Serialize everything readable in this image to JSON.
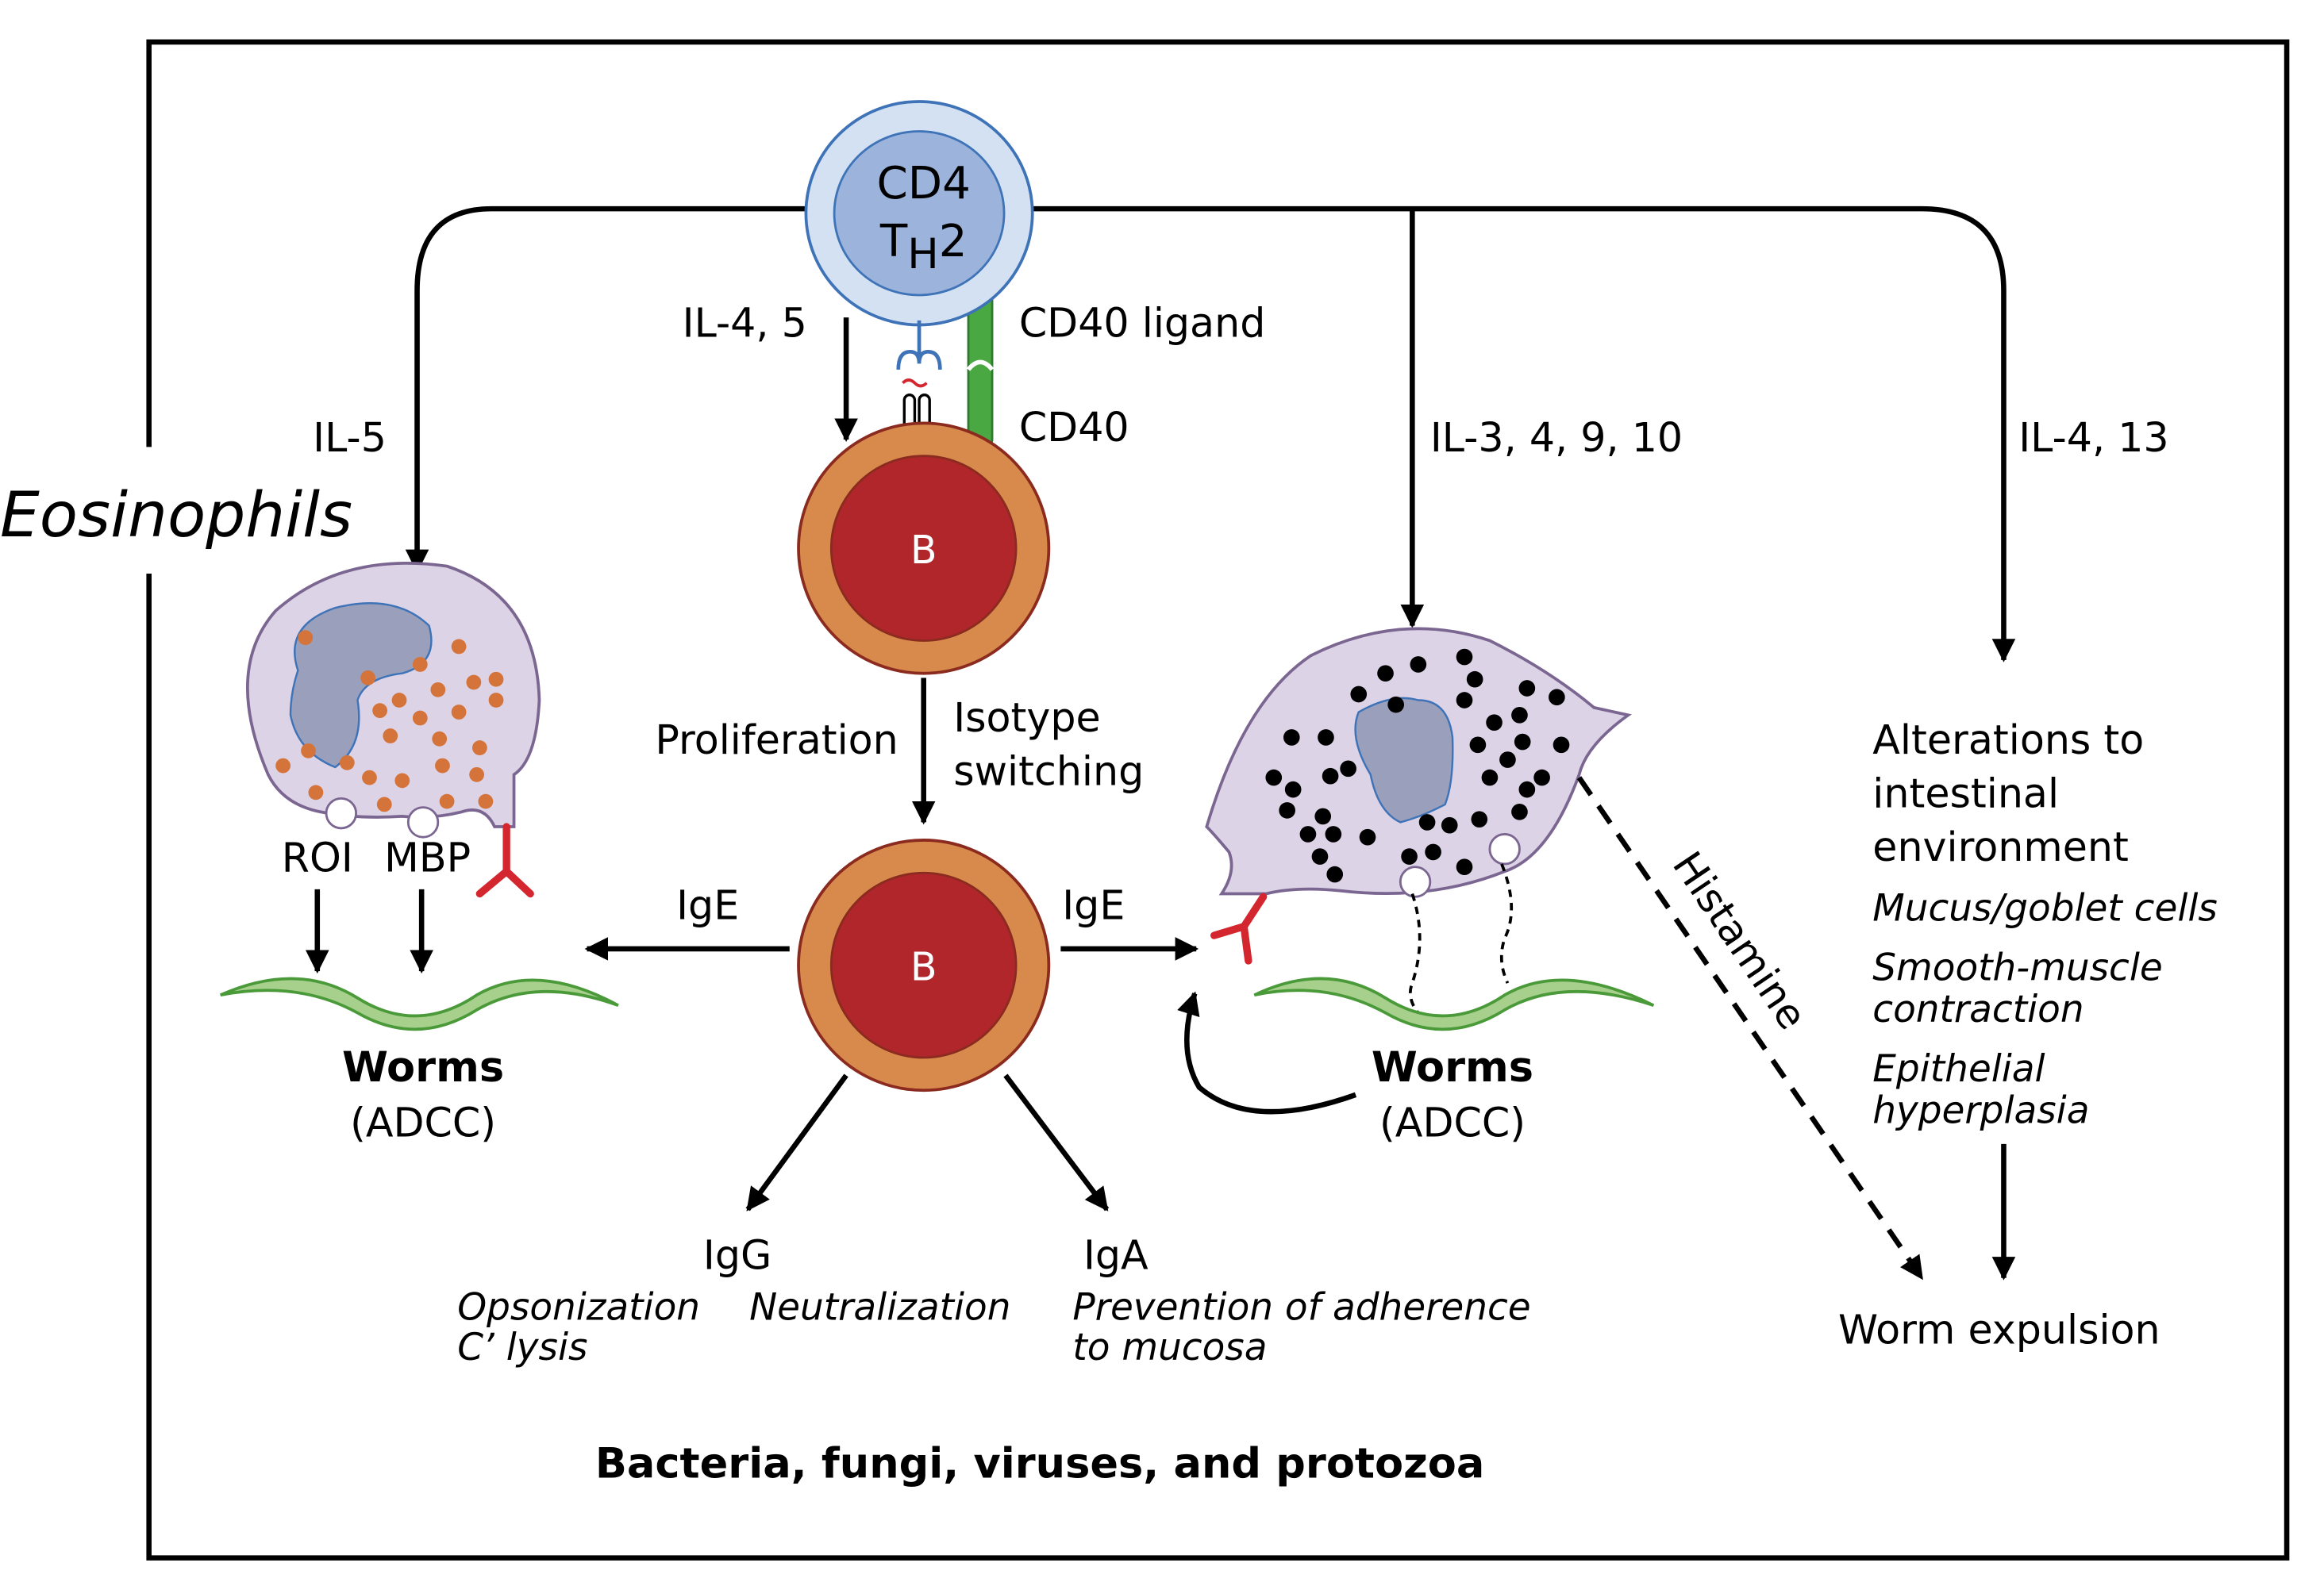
{
  "colors": {
    "th2_outer": "#d3e1f3",
    "th2_inner": "#9cb4dc",
    "th2_stroke": "#3f73b8",
    "b_outer": "#d88a4c",
    "b_inner": "#b0262b",
    "b_stroke": "#8b2a1f",
    "granulocyte_fill": "#ddd3e6",
    "granulocyte_stroke": "#7a6690",
    "nucleus": "#9aa0bc",
    "eos_granule": "#d4743a",
    "worm_fill": "#a8d08d",
    "worm_stroke": "#4a9a3a",
    "antibody": "#d4262e",
    "cd40": "#4aa843"
  },
  "side_label": "Eosinophils",
  "th2_cell": {
    "line1": "CD4",
    "line2_main": "T",
    "line2_sub": "H",
    "line2_end": "2"
  },
  "labels": {
    "il5": "IL-5",
    "il45": "IL-4, 5",
    "cd40_ligand": "CD40 ligand",
    "cd40": "CD40",
    "il3": "IL-3, 4, 9, 10",
    "il413": "IL-4, 13",
    "b_cell": "B",
    "proliferation": "Proliferation",
    "isotype_1": "Isotype",
    "isotype_2": "switching",
    "ige_left": "IgE",
    "ige_right": "IgE",
    "roi": "ROI",
    "mbp": "MBP",
    "worms_left": "Worms",
    "adcc_left": "(ADCC)",
    "worms_right": "Worms",
    "adcc_right": "(ADCC)",
    "histamine": "Histamine",
    "igg": "IgG",
    "iga": "IgA",
    "opsonization": "Opsonization",
    "c_lysis": "C’ lysis",
    "neutralization": "Neutralization",
    "prevention_1": "Prevention of adherence",
    "prevention_2": "to mucosa",
    "bottom": "Bacteria, fungi, viruses, and protozoa"
  },
  "alterations": {
    "title": [
      "Alterations to",
      "intestinal",
      "environment"
    ],
    "items": [
      "Mucus/goblet cells",
      "Smooth-muscle",
      "contraction",
      "Epithelial",
      "hyperplasia"
    ],
    "result": "Worm expulsion"
  }
}
